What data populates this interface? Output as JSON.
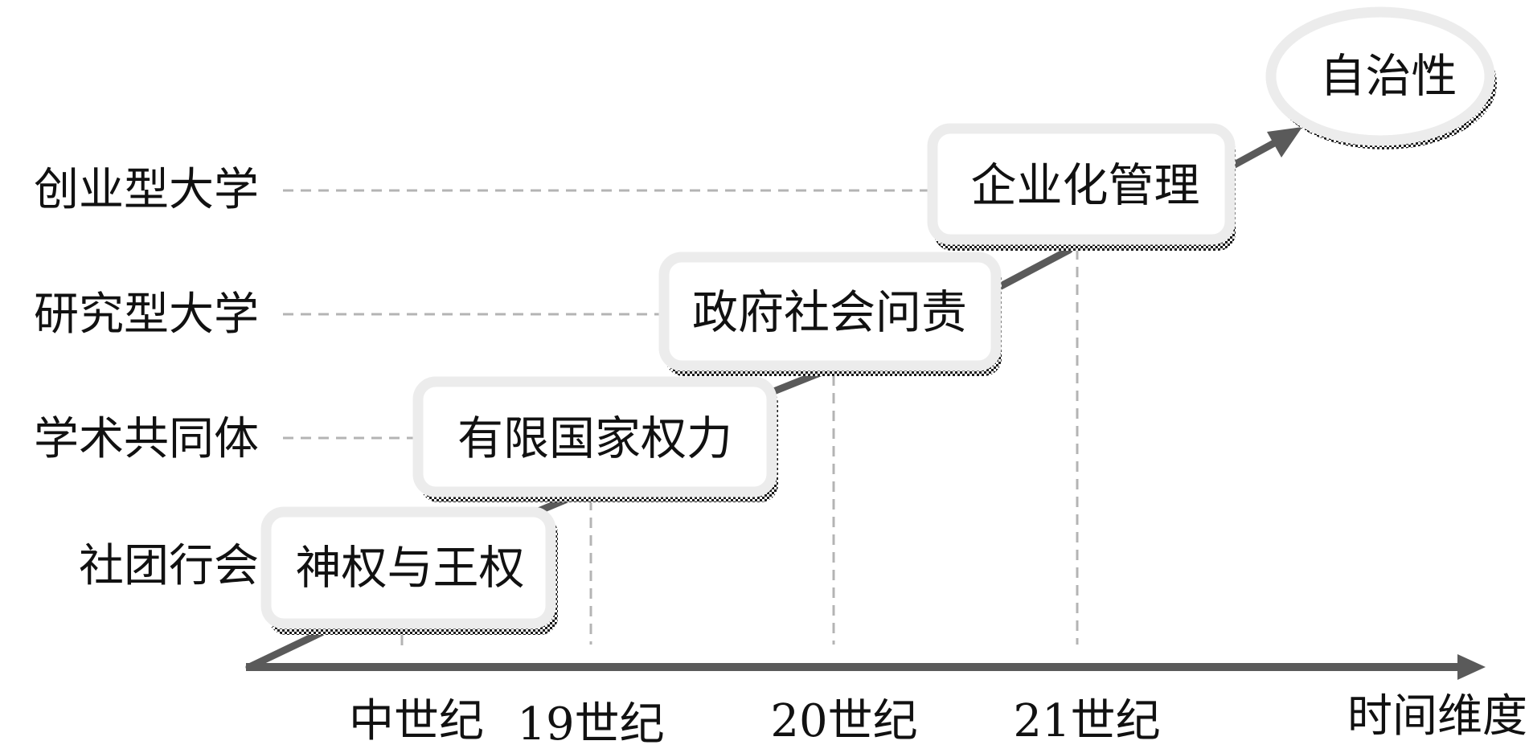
{
  "colors": {
    "axis": "#5a5a5a",
    "guide": "#b4b4b4",
    "box_border": "#ececec",
    "box_fill": "#ffffff",
    "shadow": "#1a1a1a",
    "text": "#111111"
  },
  "row_labels": [
    "社团行会",
    "学术共同体",
    "研究型大学",
    "创业型大学"
  ],
  "stages": [
    "神权与王权",
    "有限国家权力",
    "政府社会问责",
    "企业化管理"
  ],
  "goal": "自治性",
  "axis": {
    "title": "时间维度",
    "ticks": [
      "中世纪",
      "19世纪",
      "20世纪",
      "21世纪"
    ]
  }
}
